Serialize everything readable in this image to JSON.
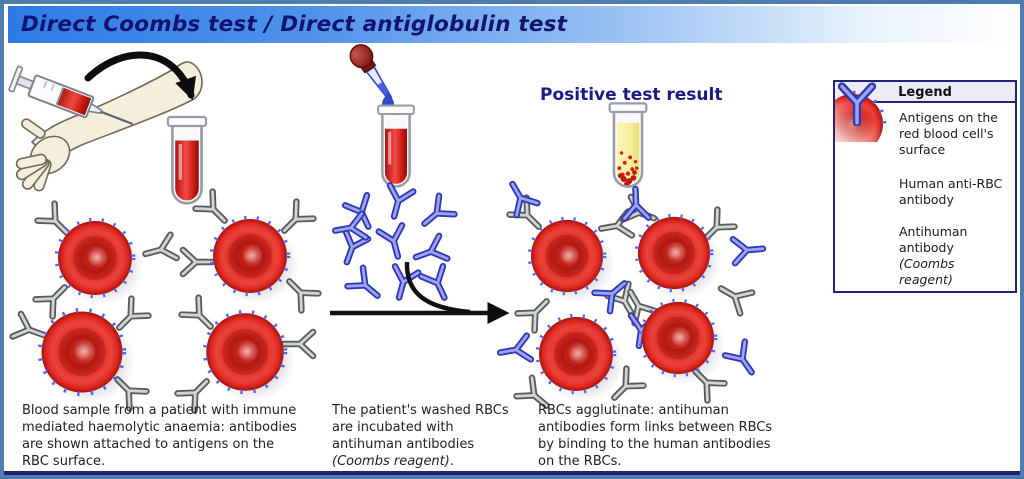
{
  "title": "Direct Coombs test / Direct antiglobulin test",
  "colors": {
    "frame_border": "#4e7cae",
    "titlebar_blue": "#2e7be5",
    "title_text": "#12126f",
    "rbc_red": "#d92722",
    "human_antibody_gray": "#565b5e",
    "antihuman_antibody_blue": "#5b63ea",
    "navy_accent": "#23237a"
  },
  "panels": {
    "sample": {
      "caption": "Blood sample from a patient with immune mediated haemolytic anaemia: antibodies are shown attached to antigens on the RBC surface.",
      "icons": [
        "syringe-icon",
        "arm-icon",
        "blood-draw-arrow-icon",
        "blood-tube-icon",
        "rbc-with-antibodies-icon"
      ]
    },
    "incubation": {
      "caption": "The patient's washed RBCs are incubated with antihuman antibodies ",
      "caption_reagent_italic": "(Coombs reagent)",
      "caption_suffix": ".",
      "icons": [
        "dropper-icon",
        "blood-tube-icon",
        "antihuman-antibody-icon",
        "reaction-arrow-icon"
      ]
    },
    "result": {
      "heading": "Positive test result",
      "caption": "RBCs agglutinate: antihuman antibodies form links between RBCs by binding to the human antibodies on the RBCs.",
      "icons": [
        "agglutination-tube-icon",
        "agglutinated-rbc-network-icon"
      ]
    }
  },
  "legend": {
    "header": "Legend",
    "items": [
      {
        "icon": "rbc-antigens-icon",
        "label": "Antigens on the red blood cell's surface"
      },
      {
        "icon": "human-antibody-icon",
        "label": "Human anti-RBC antibody"
      },
      {
        "icon": "antihuman-antibody-icon",
        "label": "Antihuman antibody",
        "label_italic": "(Coombs reagent)"
      }
    ]
  }
}
